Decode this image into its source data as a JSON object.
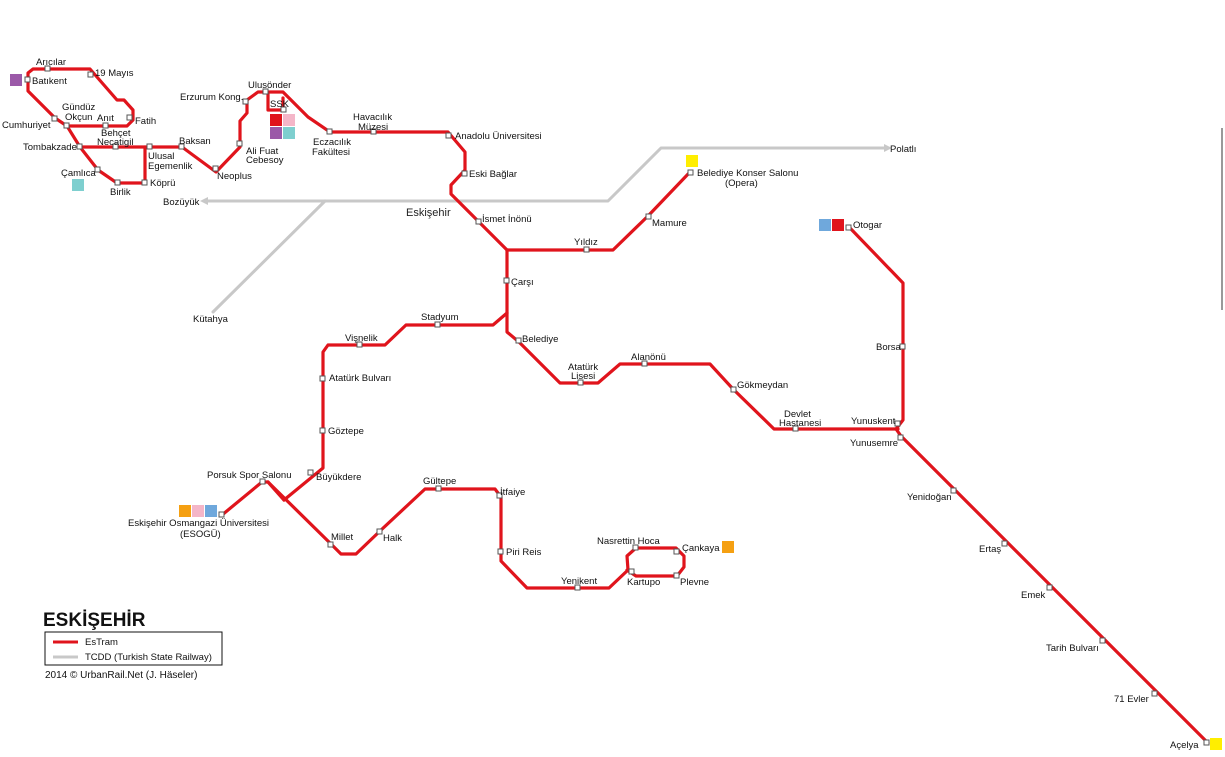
{
  "title": "ESKİŞEHİR",
  "legend": {
    "items": [
      {
        "label": "EsTram",
        "color": "#e0141c"
      },
      {
        "label": "TCDD (Turkish State Railway)",
        "color": "#c8c8c8"
      }
    ]
  },
  "credit": "2014 © UrbanRail.Net (J. Häseler)",
  "colors": {
    "tram": "#e0141c",
    "rail": "#c8c8c8",
    "purple": "#9b59a8",
    "pink": "#f4b6c8",
    "teal": "#7ecfcf",
    "blue": "#6fa8dc",
    "orange": "#f5a012",
    "yellow": "#ffee00",
    "red": "#e0141c"
  },
  "rail_labels": {
    "polatli": "Polatlı",
    "bozuyuk": "Bozüyük",
    "kutahya": "Kütahya",
    "eskisehir": "Eskişehir"
  },
  "stations": {
    "aricilar": "Arıcılar",
    "mayis19": "19 Mayıs",
    "batikent": "Batıkent",
    "gunduz_okcun": [
      "Gündüz",
      "Okçun"
    ],
    "anit": "Anıt",
    "fatih": "Fatih",
    "cumhuriyet": "Cumhuriyet",
    "behcet": [
      "Behçet",
      "Necatigil"
    ],
    "tombakzade": "Tombakzade",
    "ulusal": [
      "Ulusal",
      "Egemenlik"
    ],
    "camlica": "Çamlıca",
    "kopru": "Köprü",
    "birlik": "Birlik",
    "baksan": "Baksan",
    "neoplus": "Neoplus",
    "ali_fuat": [
      "Ali Fuat",
      "Cebesoy"
    ],
    "erzurum": "Erzurum Kong.",
    "ulusonder": "Ulusönder",
    "ssk": "SSK",
    "eczacilik": [
      "Eczacılık",
      "Fakültesi"
    ],
    "havacilik": [
      "Havacılık",
      "Müzesi"
    ],
    "anadolu": "Anadolu Üniversitesi",
    "eski_baglar": "Eski Bağlar",
    "ismet_inonu": "İsmet İnönü",
    "belediye_konser": [
      "Belediye  Konser Salonu",
      "(Opera)"
    ],
    "mamure": "Mamure",
    "yildiz": "Yıldız",
    "carsi": "Çarşı",
    "belediye": "Belediye",
    "stadyum": "Stadyum",
    "visnelik": "Vişnelik",
    "ataturk_bulvari": "Atatürk Bulvarı",
    "goztepe": "Göztepe",
    "buyukdere": "Büyükdere",
    "porsuk": "Porsuk  Spor  Salonu",
    "esogu": [
      "Eskişehir Osmangazi Üniversitesi",
      "(ESOGÜ)"
    ],
    "millet": "Millet",
    "halk": "Halk",
    "gultepe": "Gültepe",
    "itfaiye": "İtfaiye",
    "piri_reis": "Piri Reis",
    "yenikent": "Yenikent",
    "nasrettin": "Nasrettin  Hoca",
    "cankaya": "Çankaya",
    "kartupo": "Kartupo",
    "plevne": "Plevne",
    "ataturk_lisesi": [
      "Atatürk",
      "Lisesi"
    ],
    "alanonu": "Alanönü",
    "gokmeydan": "Gökmeydan",
    "devlet": [
      "Devlet",
      "Hastanesi"
    ],
    "otogar": "Otogar",
    "borsa": "Borsa",
    "yunuskent": "Yunuskent",
    "yunusemre": "Yunusemre",
    "yenidogan": "Yenidoğan",
    "ertas": "Ertaş",
    "emek": "Emek",
    "tarih_bulvari": "Tarih Bulvarı",
    "evler71": "71 Evler",
    "acelya": "Açelya"
  }
}
